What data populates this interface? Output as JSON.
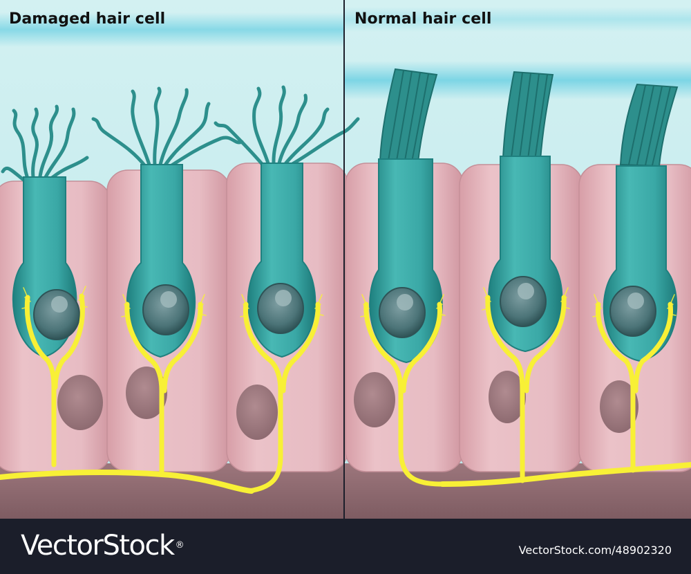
{
  "panels": {
    "left": {
      "title": "Damaged hair cell"
    },
    "right": {
      "title": "Normal hair cell"
    }
  },
  "footer": {
    "logo_text": "VectorStock",
    "logo_mark": "®",
    "credit": "VectorStock.com/48902320"
  },
  "colors": {
    "fluid": "#bfeaec",
    "fluid_band": "#5ccbe0",
    "support_cell": "#e5b7bd",
    "support_cell_edge": "#c48f98",
    "hair_cell": "#3aa8a6",
    "hair_cell_dark": "#1f807f",
    "stereocilia": "#2d8f8c",
    "nucleus": "#4c7478",
    "nerve": "#f8f036",
    "base_tissue": "#8f6a70",
    "footer_bg": "#1b1e2a"
  },
  "icons": {
    "logo": "vectorstock-wordmark"
  }
}
